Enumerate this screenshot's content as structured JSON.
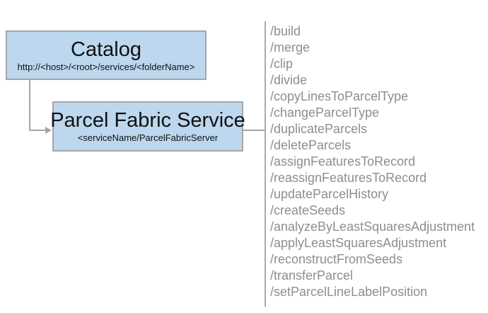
{
  "catalog": {
    "title": "Catalog",
    "subtitle": "http://<host>/<root>/services/<folderName>"
  },
  "service": {
    "title": "Parcel Fabric Service",
    "subtitle": "<serviceName/ParcelFabricServer"
  },
  "endpoints": [
    "/build",
    "/merge",
    "/clip",
    "/divide",
    "/copyLinesToParcelType",
    "/changeParcelType",
    "/duplicateParcels",
    "/deleteParcels",
    "/assignFeaturesToRecord",
    "/reassignFeaturesToRecord",
    "/updateParcelHistory",
    "/createSeeds",
    "/analyzeByLeastSquaresAdjustment",
    "/applyLeastSquaresAdjustment",
    "/reconstructFromSeeds",
    "/transferParcel",
    "/setParcelLineLabelPosition"
  ],
  "colors": {
    "box_fill": "#BCD7EE",
    "box_border": "#A6A6A6",
    "connector": "#A6A6A6",
    "endpoint_text": "#8E8E8E",
    "title_text": "#111111"
  }
}
